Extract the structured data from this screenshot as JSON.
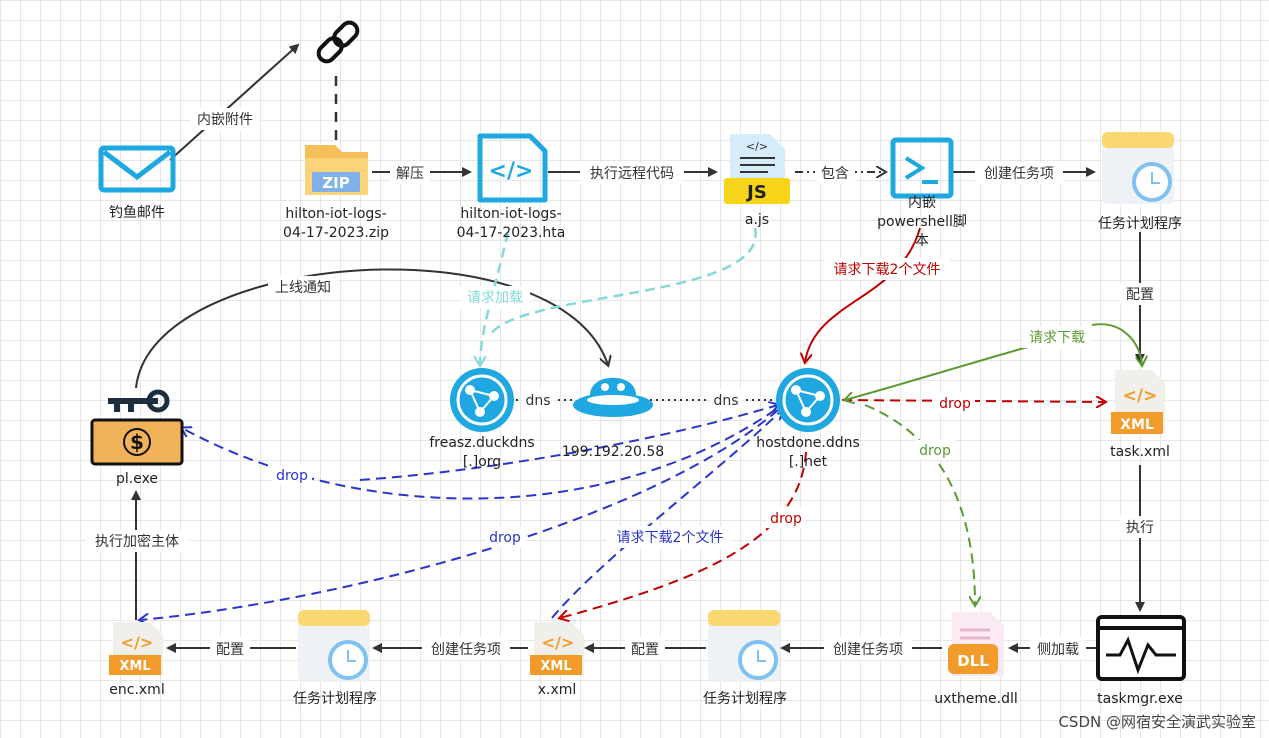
{
  "nodes": {
    "phish": "钓鱼邮件",
    "zip": [
      "hilton-iot-logs-",
      "04-17-2023.zip"
    ],
    "hta": [
      "hilton-iot-logs-",
      "04-17-2023.hta"
    ],
    "ajs": "a.js",
    "ps": [
      "内嵌",
      "powershell脚",
      "本"
    ],
    "sched_top": "任务计划程序",
    "freasz": [
      "freasz.duckdns",
      "[.]org"
    ],
    "ip": "199.192.20.58",
    "hostdone": [
      "hostdone.ddns",
      "[.]net"
    ],
    "task_xml": "task.xml",
    "pl": "pl.exe",
    "enc_xml": "enc.xml",
    "sched_bl": "任务计划程序",
    "x_xml": "x.xml",
    "sched_bm": "任务计划程序",
    "uxtheme": "uxtheme.dll",
    "taskmgr": "taskmgr.exe"
  },
  "icon_text": {
    "zip": "ZIP",
    "js": "JS",
    "xml": "XML",
    "dll": "DLL",
    "code": "</>"
  },
  "edges": {
    "embed_attach": "内嵌附件",
    "unzip": "解压",
    "exec_remote": "执行远程代码",
    "contains": "包含",
    "create_task_top": "创建任务项",
    "req_load": "请求加载",
    "online_notify": "上线通知",
    "dns1": "dns",
    "dns2": "dns",
    "req_dl_two_red": "请求下载2个文件",
    "configure_top": "配置",
    "req_dl_green": "请求下载",
    "drop_red_task": "drop",
    "drop_green": "drop",
    "execute": "执行",
    "drop_blue_pl": "drop",
    "encrypt_main": "执行加密主体",
    "drop_blue_enc": "drop",
    "req_dl_two_blue": "请求下载2个文件",
    "drop_red_x": "drop",
    "configure_bl": "配置",
    "create_task_bl": "创建任务项",
    "configure_bm": "配置",
    "create_task_bm": "创建任务项",
    "side_load": "侧加载"
  },
  "watermark": "CSDN @网宿安全演武实验室",
  "colors": {
    "black": "#333333",
    "cyan": "#87d9d9",
    "red": "#c00000",
    "green": "#5b9a32",
    "blue": "#2a35c9",
    "icon_blue": "#1ea7e0"
  }
}
